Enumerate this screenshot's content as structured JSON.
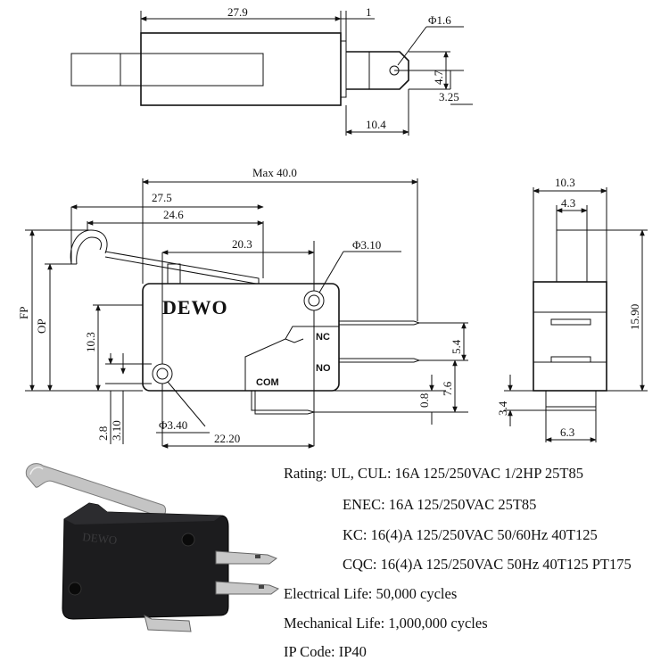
{
  "top_view": {
    "dim_length": "27.9",
    "dim_offset": "1",
    "dim_hole": "Φ1.6",
    "dim_tab_height": "4.7",
    "dim_tab_edge": "3.25",
    "dim_tab_length": "10.4"
  },
  "front_view": {
    "brand": "DEWO",
    "label_nc": "NC",
    "label_no": "NO",
    "label_com": "COM",
    "dim_max": "Max 40.0",
    "dim_275": "27.5",
    "dim_246": "24.6",
    "dim_203": "20.3",
    "dim_hole_top": "Φ3.10",
    "dim_hole_bottom": "Φ3.40",
    "dim_2220": "22.20",
    "dim_fp": "FP",
    "dim_op": "OP",
    "dim_103": "10.3",
    "dim_28": "2.8",
    "dim_310": "3.10",
    "dim_54": "5.4",
    "dim_76": "7.6",
    "dim_08": "0.8"
  },
  "side_view": {
    "dim_width": "10.3",
    "dim_plunger": "4.3",
    "dim_height": "15.90",
    "dim_34": "3.4",
    "dim_63": "6.3"
  },
  "specs": [
    "Rating:  UL, CUL: 16A 125/250VAC 1/2HP 25T85",
    "ENEC:  16A 125/250VAC 25T85",
    "KC: 16(4)A 125/250VAC 50/60Hz 40T125",
    "CQC: 16(4)A 125/250VAC 50Hz 40T125 PT175",
    "Electrical Life: 50,000 cycles",
    "Mechanical Life: 1,000,000 cycles",
    "IP Code: IP40"
  ],
  "photo": {
    "body_color": "#1a1a1c",
    "lever_color": "#b8b8b8",
    "body_marking": "DEWO"
  }
}
